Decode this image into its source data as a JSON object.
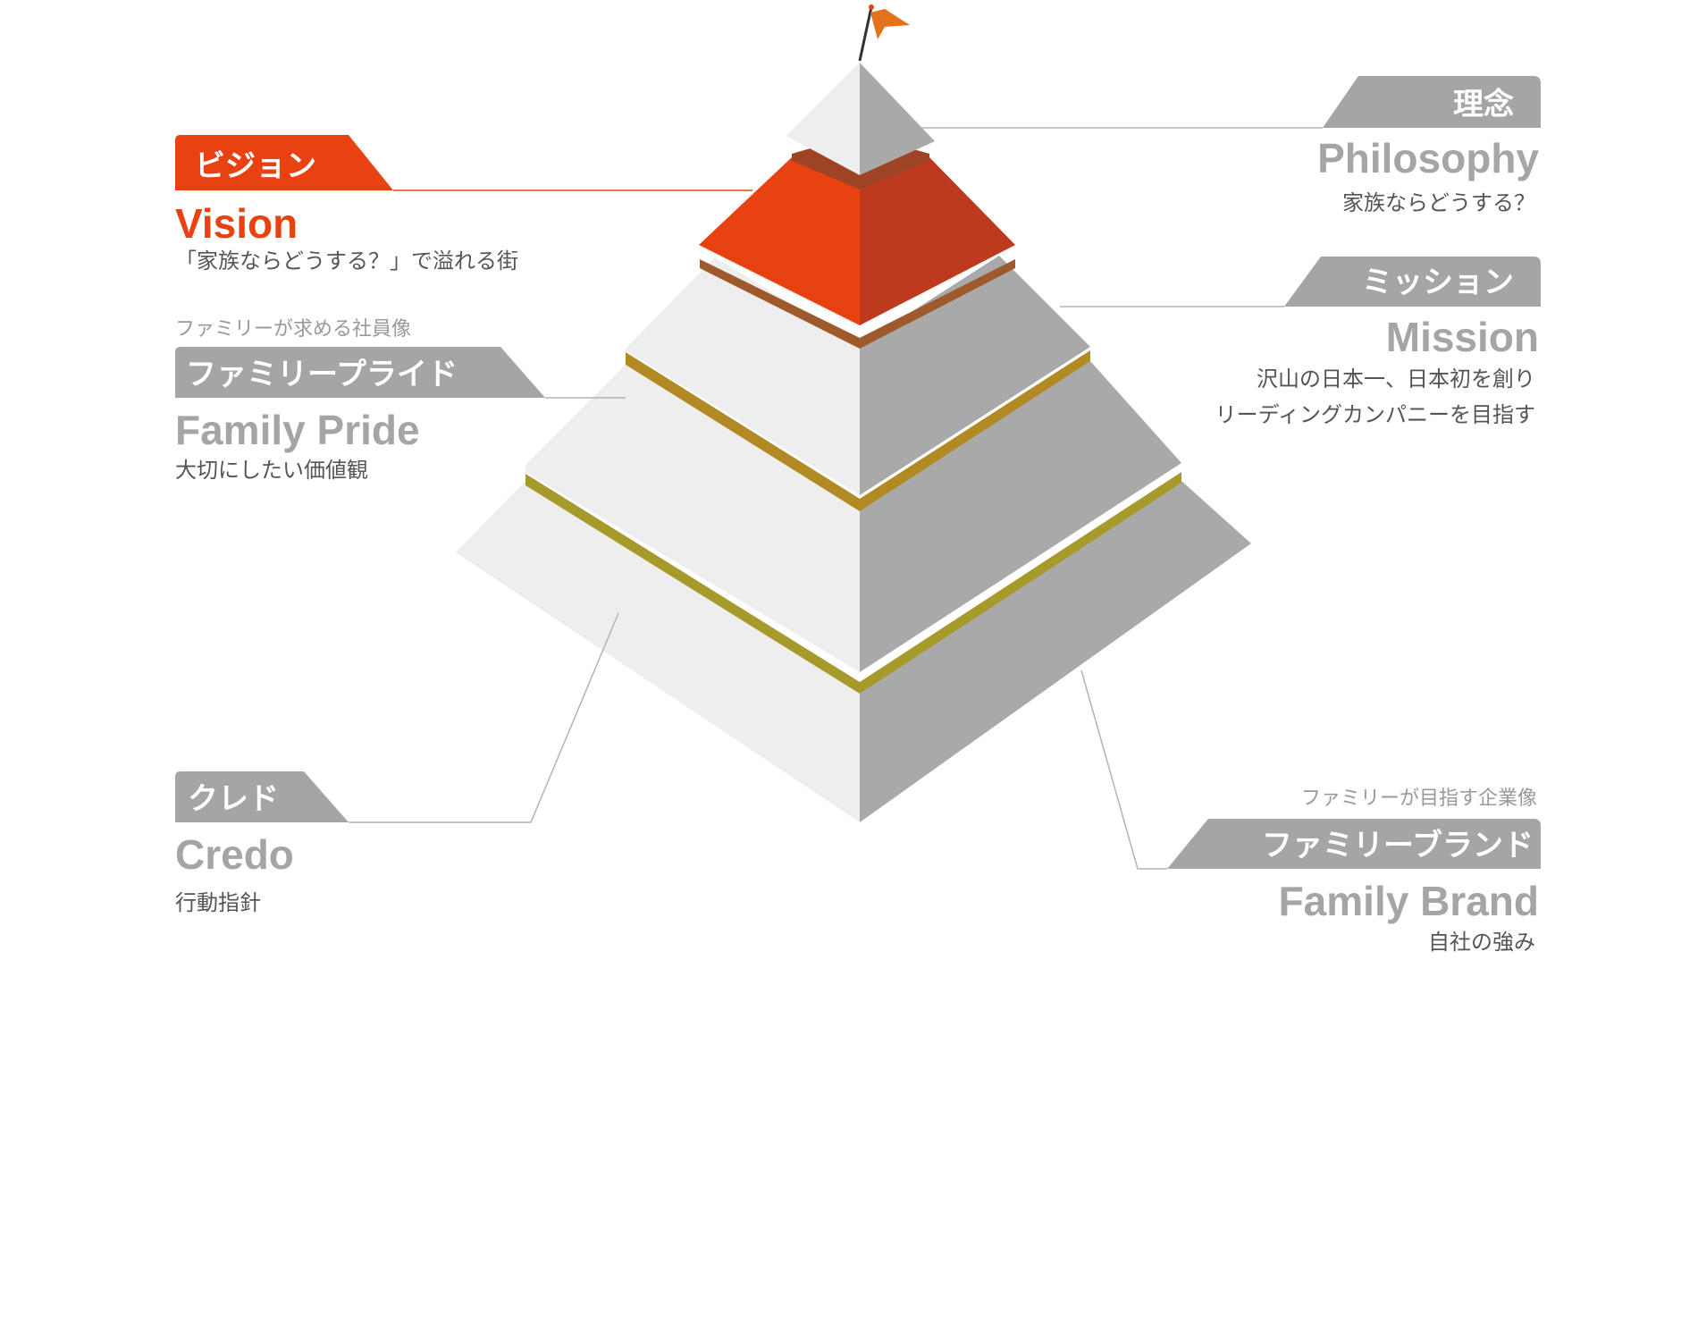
{
  "colors": {
    "accent": "#e84212",
    "accent_dark": "#bd3a1f",
    "tab_gray": "#a5a5a5",
    "text_gray": "#a5a5a5",
    "face_light": "#eeeeef",
    "face_dark": "#a9a9a9",
    "band_brown": "#9e5a2c",
    "band_ochre": "#b28a23",
    "band_olive": "#a69a2b",
    "flag": "#e2731c"
  },
  "icons": {
    "flag": "flag-icon"
  },
  "sections": {
    "philosophy": {
      "tab": "理念",
      "en": "Philosophy",
      "jp": "家族ならどうする？"
    },
    "vision": {
      "tab": "ビジョン",
      "en": "Vision",
      "jp": "「家族ならどうする？」で溢れる街"
    },
    "mission": {
      "tab": "ミッション",
      "en": "Mission",
      "jp_line1": "沢山の日本一、日本初を創り",
      "jp_line2": "リーディングカンパニーを目指す"
    },
    "pride": {
      "sub": "ファミリーが求める社員像",
      "tab": "ファミリープライド",
      "en": "Family Pride",
      "jp": "大切にしたい価値観"
    },
    "credo": {
      "tab": "クレド",
      "en": "Credo",
      "jp": "行動指針"
    },
    "brand": {
      "sub": "ファミリーが目指す企業像",
      "tab": "ファミリーブランド",
      "en": "Family Brand",
      "jp": "自社の強み"
    }
  }
}
